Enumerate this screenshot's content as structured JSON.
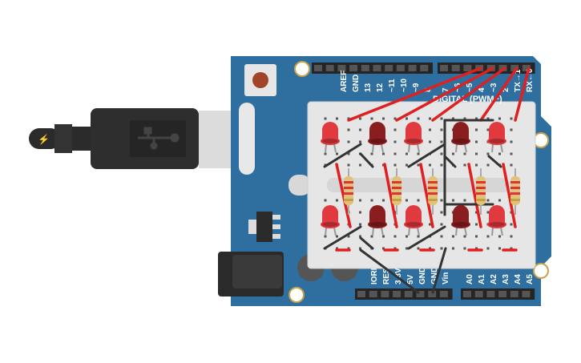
{
  "board": {
    "digital_section_label": "DIGITAL (PWM~)",
    "top_pins_left": [
      "AREF",
      "GND",
      "13",
      "12",
      "~11",
      "~10",
      "~9",
      "8"
    ],
    "top_pins_right": [
      "7",
      "~6",
      "~5",
      "4",
      "~3",
      "2",
      "TX→1",
      "RX←0"
    ],
    "power_pins": [
      "IOREF",
      "RESET",
      "3.3V",
      "5V",
      "GND",
      "GND",
      "Vin"
    ],
    "analog_pins": [
      "A0",
      "A1",
      "A2",
      "A3",
      "A4",
      "A5"
    ],
    "color": "#2f6f9f"
  },
  "leds": {
    "top_row": [
      {
        "on": true
      },
      {
        "on": false
      },
      {
        "on": true
      },
      {
        "on": false
      },
      {
        "on": true
      }
    ],
    "bottom_row": [
      {
        "on": true
      },
      {
        "on": false
      },
      {
        "on": true
      },
      {
        "on": false
      },
      {
        "on": true
      }
    ],
    "on_color": "#e0393e",
    "off_color": "#8a1d1f"
  },
  "wire_colors": {
    "signal": "#e02020",
    "ground": "#333333"
  },
  "usb_icon": "usb-icon",
  "power_icon": "lightning-icon"
}
